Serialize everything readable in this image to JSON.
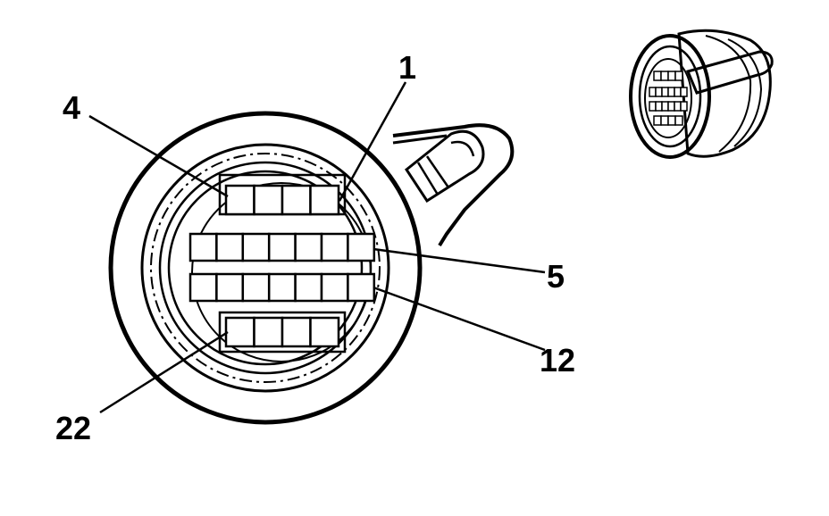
{
  "diagram": {
    "callouts": {
      "pin_1": "1",
      "pin_4": "4",
      "pin_5": "5",
      "pin_12": "12",
      "pin_22": "22"
    },
    "rows": [
      {
        "name": "cavity-row-top",
        "count": 4
      },
      {
        "name": "cavity-row-upper-middle",
        "count": 7
      },
      {
        "name": "cavity-row-lower-middle",
        "count": 7
      },
      {
        "name": "cavity-row-bottom",
        "count": 4
      }
    ],
    "colors": {
      "ink": "#000000",
      "background": "#ffffff"
    }
  }
}
